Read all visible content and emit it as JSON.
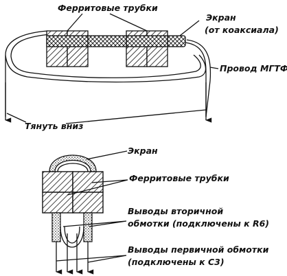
{
  "top_diagram": {
    "label_ferrite_tubes": "Ферритовые трубки",
    "label_screen_line1": "Экран",
    "label_screen_line2": "(от коаксиала)",
    "label_wire": "Провод МГТФ",
    "label_pull_down": "Тянуть вниз"
  },
  "bottom_diagram": {
    "label_screen": "Экран",
    "label_ferrite_tubes": "Ферритовые трубки",
    "label_secondary_line1": "Выводы вторичной",
    "label_secondary_line2": "обмотки (подключены к R6)",
    "label_primary_line1": "Выводы первичной обмотки",
    "label_primary_line2": "(подключены к С3)"
  }
}
